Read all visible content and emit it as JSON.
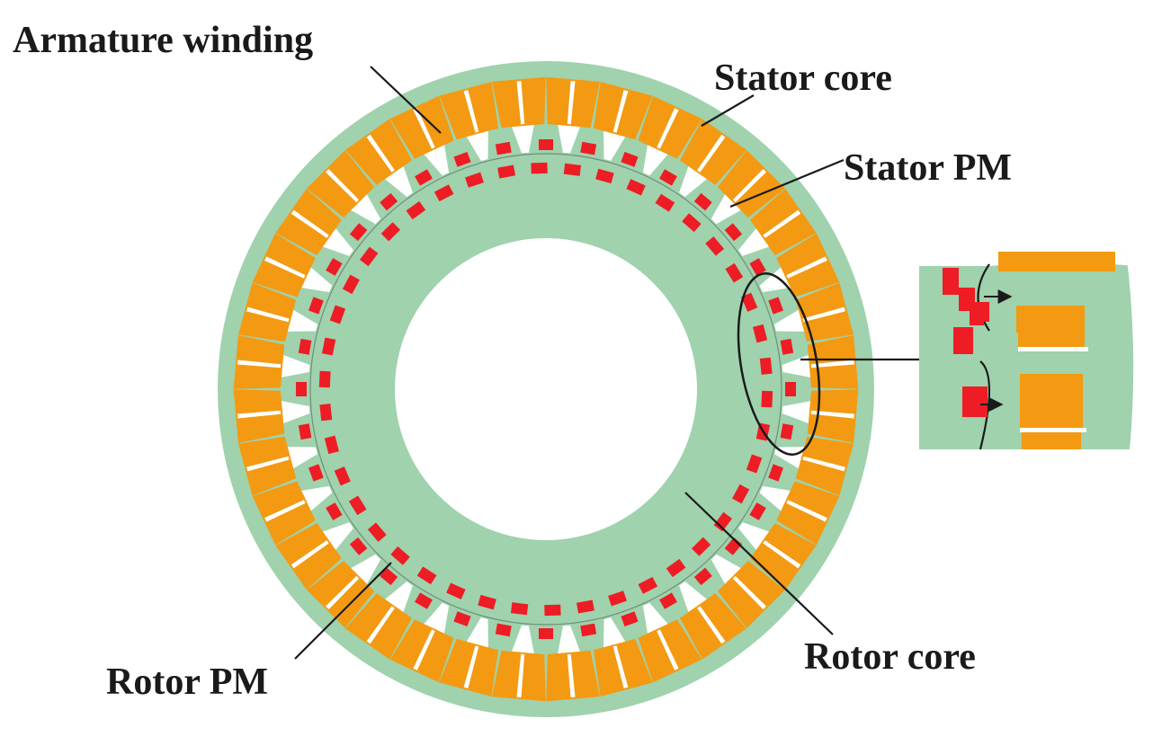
{
  "labels": {
    "armature_winding": "Armature winding",
    "stator_core": "Stator core",
    "stator_pm": "Stator PM",
    "rotor_pm": "Rotor PM",
    "rotor_core": "Rotor core"
  },
  "colors": {
    "core": "#9fd2ad",
    "winding": "#f39a12",
    "magnet": "#ee1c24",
    "background": "#ffffff",
    "line": "#1a1a1a"
  },
  "stator_slots": 36,
  "rotor_magnets": 42
}
